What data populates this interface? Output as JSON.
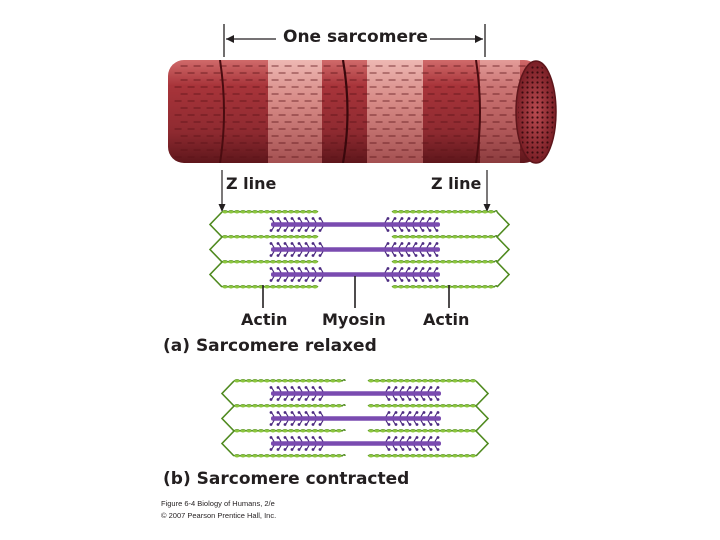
{
  "labels": {
    "one_sarcomere": "One sarcomere",
    "z_line_left": "Z line",
    "z_line_right": "Z line",
    "actin_left": "Actin",
    "myosin": "Myosin",
    "actin_right": "Actin",
    "panel_a_letter": "(a)",
    "panel_a_caption": "Sarcomere relaxed",
    "panel_b_letter": "(b)",
    "panel_b_caption": "Sarcomere contracted"
  },
  "credits": {
    "figure": "Figure 6-4  Biology of Humans, 2/e",
    "copyright": "© 2007 Pearson Prentice Hall, Inc."
  },
  "colors": {
    "muscle": "#a8343a",
    "muscle_light": "#e8a9a4",
    "muscle_dark": "#6e1a20",
    "actin": "#8cc63f",
    "actin_dark": "#4f8a1f",
    "myosin": "#7a4bb0",
    "myosin_dark": "#4b2a80",
    "text": "#231f20"
  },
  "icons": {
    "sarcomere_arrow": "double-headed-arrow",
    "z_line_pointer": "down-arrow"
  }
}
